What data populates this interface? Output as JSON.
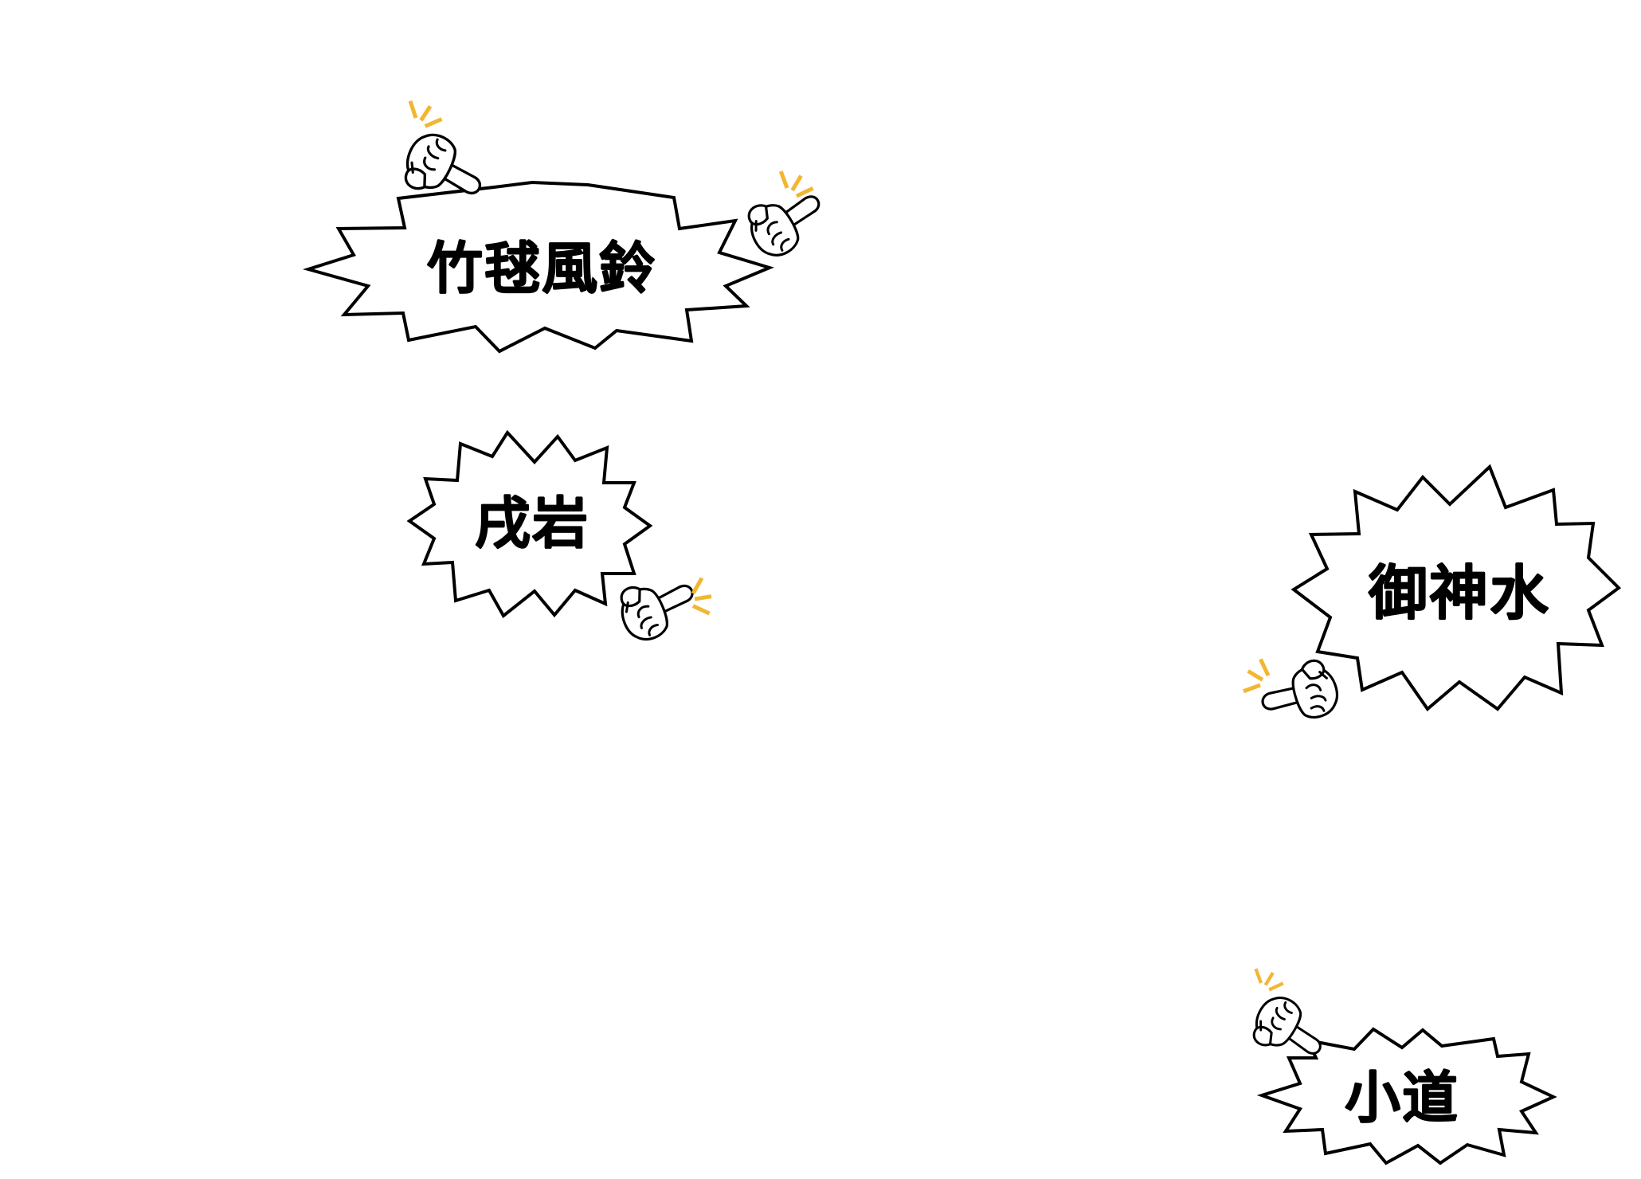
{
  "labels": {
    "bamboo_wind_chime": "竹毬風鈴",
    "stone_rock": "戌岩",
    "sacred_water": "御神水",
    "small_path": "小道"
  },
  "colors": {
    "background": "#ffffff",
    "outline": "#000000",
    "text": "#000000",
    "spark": "#f2b632"
  },
  "icons": [
    "pointing-hand-icon",
    "spark-lines-icon",
    "speech-burst-icon"
  ]
}
